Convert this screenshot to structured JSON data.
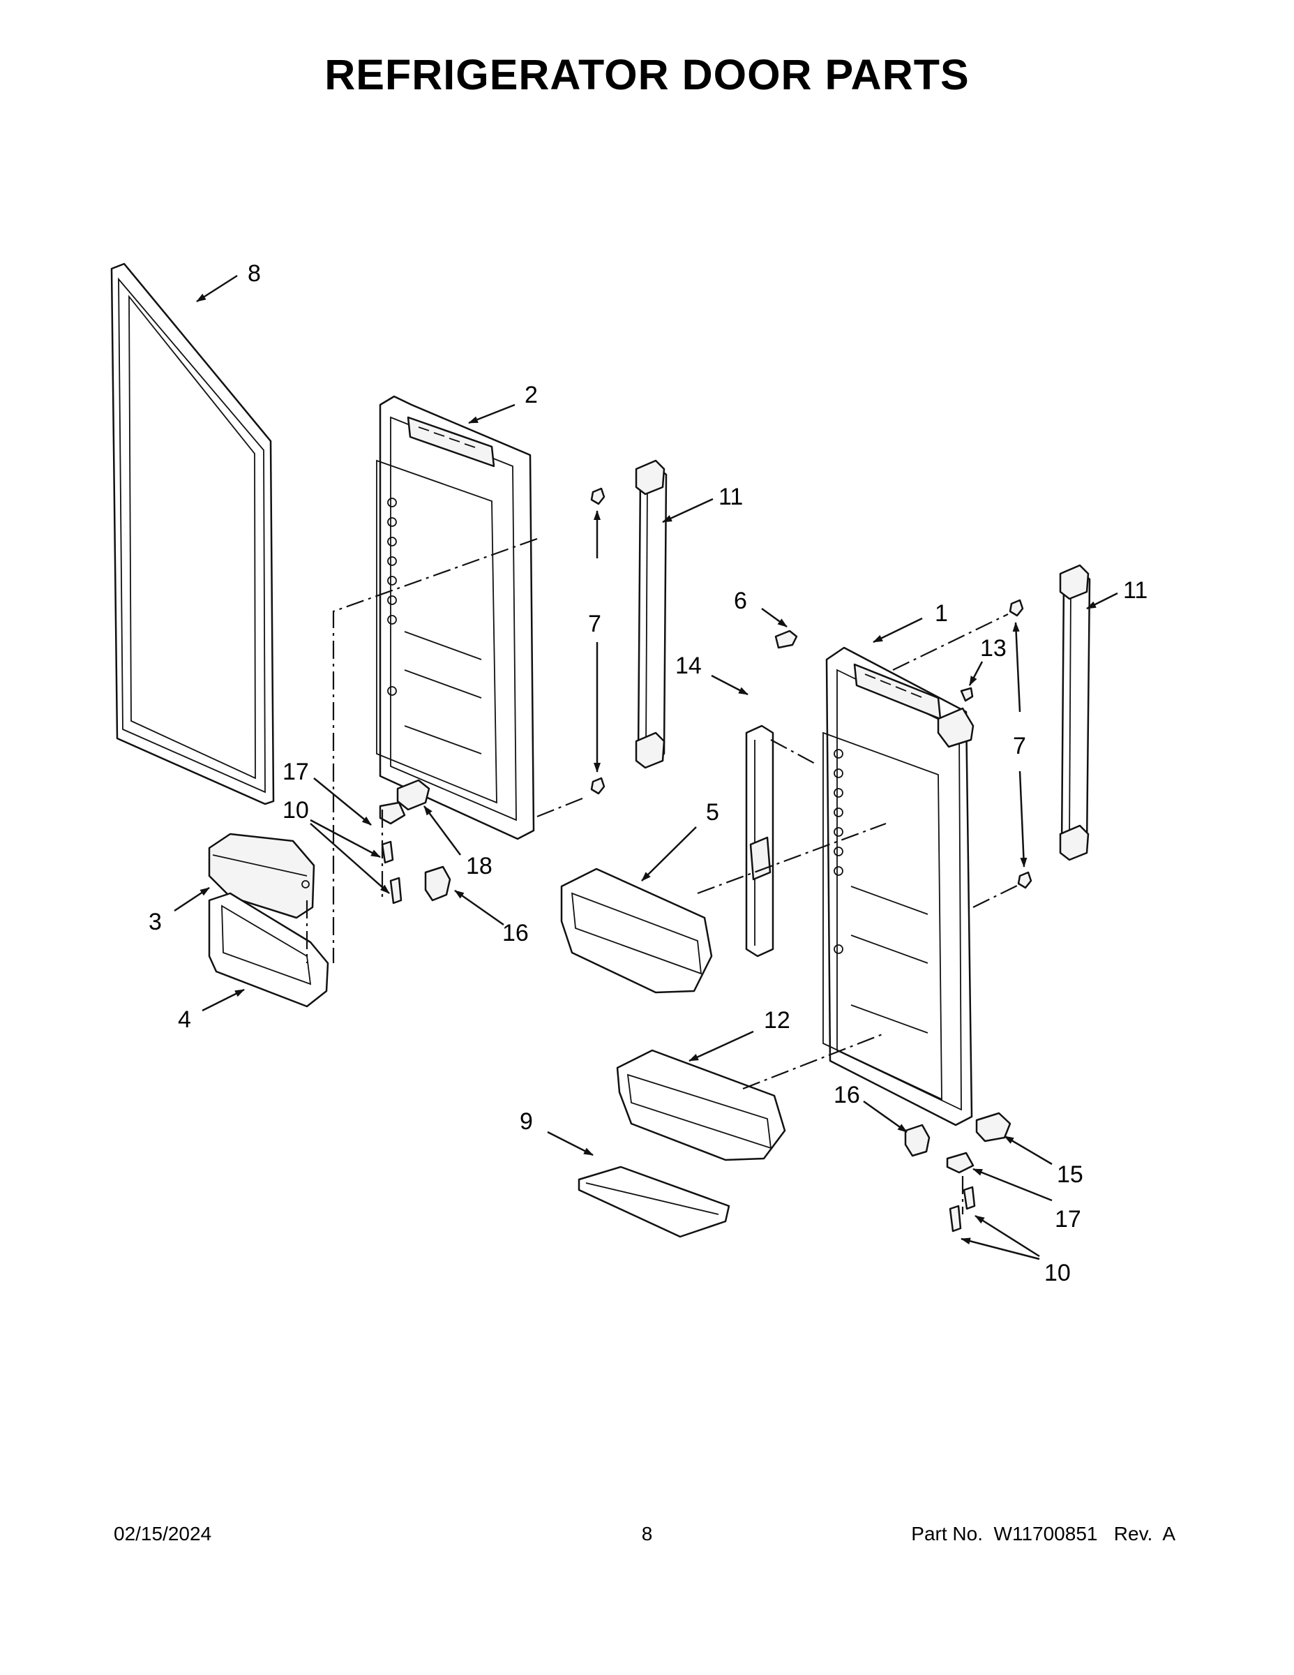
{
  "page": {
    "title": "REFRIGERATOR DOOR PARTS",
    "date": "02/15/2024",
    "page_number": "8",
    "part_no": "Part No.  W11700851   Rev.  A"
  },
  "callouts": [
    {
      "id": "c8",
      "text": "8"
    },
    {
      "id": "c2",
      "text": "2"
    },
    {
      "id": "c11a",
      "text": "11"
    },
    {
      "id": "c7a",
      "text": "7"
    },
    {
      "id": "c6",
      "text": "6"
    },
    {
      "id": "c1",
      "text": "1"
    },
    {
      "id": "c11b",
      "text": "11"
    },
    {
      "id": "c13",
      "text": "13"
    },
    {
      "id": "c14",
      "text": "14"
    },
    {
      "id": "c7b",
      "text": "7"
    },
    {
      "id": "c17a",
      "text": "17"
    },
    {
      "id": "c10a",
      "text": "10"
    },
    {
      "id": "c18",
      "text": "18"
    },
    {
      "id": "c5",
      "text": "5"
    },
    {
      "id": "c3",
      "text": "3"
    },
    {
      "id": "c16a",
      "text": "16"
    },
    {
      "id": "c4",
      "text": "4"
    },
    {
      "id": "c12",
      "text": "12"
    },
    {
      "id": "c16b",
      "text": "16"
    },
    {
      "id": "c9",
      "text": "9"
    },
    {
      "id": "c15",
      "text": "15"
    },
    {
      "id": "c17b",
      "text": "17"
    },
    {
      "id": "c10b",
      "text": "10"
    }
  ]
}
